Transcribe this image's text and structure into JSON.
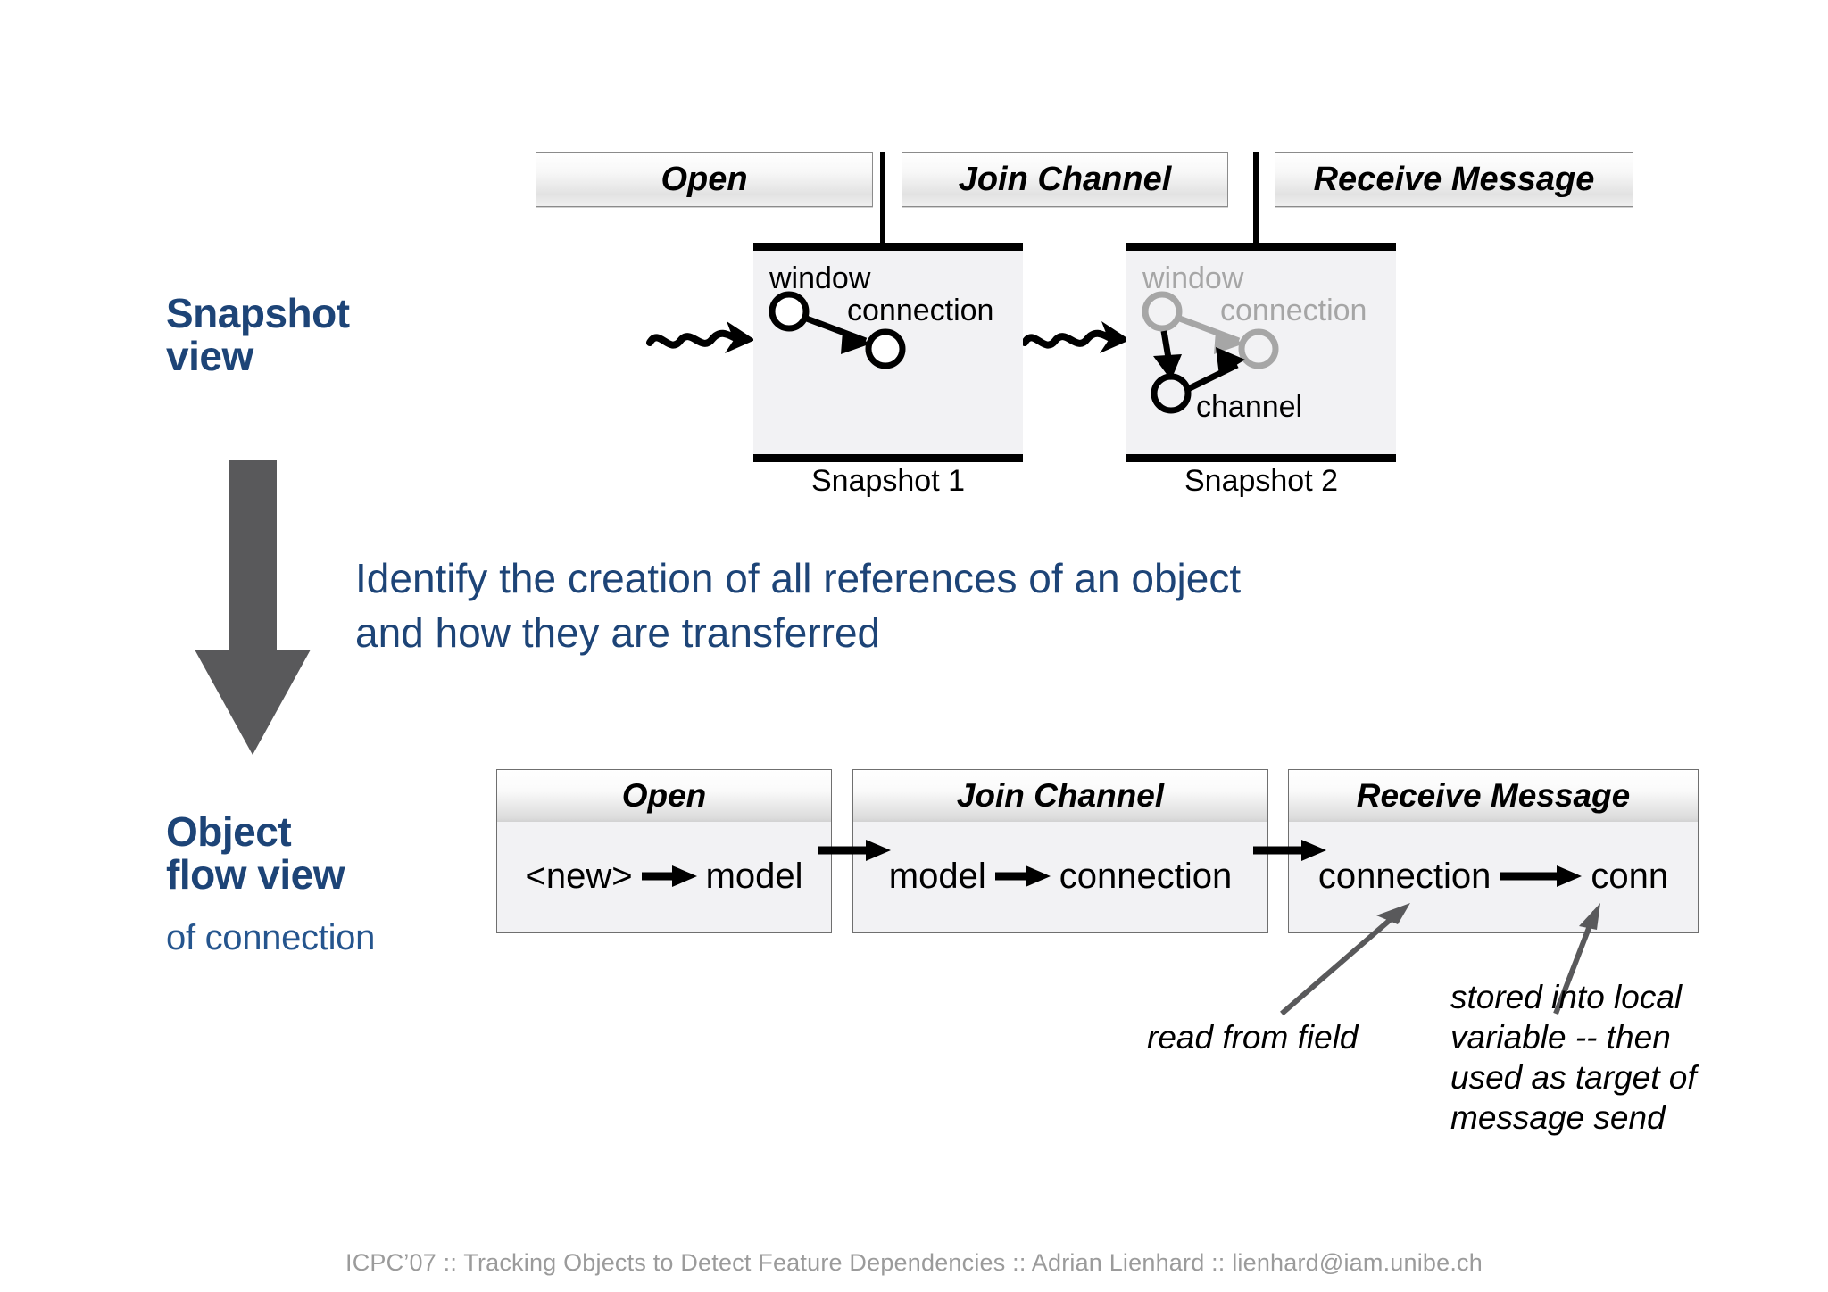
{
  "sections": {
    "snapshot_view": {
      "title_line1": "Snapshot",
      "title_line2": "view"
    },
    "object_flow_view": {
      "title_line1": "Object",
      "title_line2": "flow view",
      "subtitle": "of connection"
    }
  },
  "description": {
    "line1": "Identify the creation of all references of an object",
    "line2": "and how they are transferred"
  },
  "features": [
    {
      "label": "Open"
    },
    {
      "label": "Join Channel"
    },
    {
      "label": "Receive Message"
    }
  ],
  "snapshots": [
    {
      "caption": "Snapshot 1",
      "nodes": [
        {
          "label": "window",
          "state": "active"
        },
        {
          "label": "connection",
          "state": "active"
        }
      ]
    },
    {
      "caption": "Snapshot 2",
      "nodes": [
        {
          "label": "window",
          "state": "muted"
        },
        {
          "label": "connection",
          "state": "muted"
        },
        {
          "label": "channel",
          "state": "active"
        }
      ]
    }
  ],
  "object_flow": {
    "boxes": [
      {
        "header": "Open",
        "tokens": [
          "<new>",
          "model"
        ]
      },
      {
        "header": "Join Channel",
        "tokens": [
          "model",
          "connection"
        ]
      },
      {
        "header": "Receive Message",
        "tokens": [
          "connection",
          "conn"
        ]
      }
    ]
  },
  "annotations": {
    "read_from_field": "read from field",
    "stored_into_local": {
      "line1": "stored into local",
      "line2": "variable -- then",
      "line3": "used as target of",
      "line4": "message send"
    }
  },
  "footer": "ICPC’07 :: Tracking Objects to Detect Feature Dependencies :: Adrian Lienhard :: lienhard@iam.unibe.ch",
  "colors": {
    "navy": "#1d4477",
    "navy_light": "#25558e",
    "gray_arrow": "#59595b",
    "muted_node": "#a6a6a6",
    "footer_gray": "#9b9b9b",
    "box_fill": "#f2f2f4"
  }
}
